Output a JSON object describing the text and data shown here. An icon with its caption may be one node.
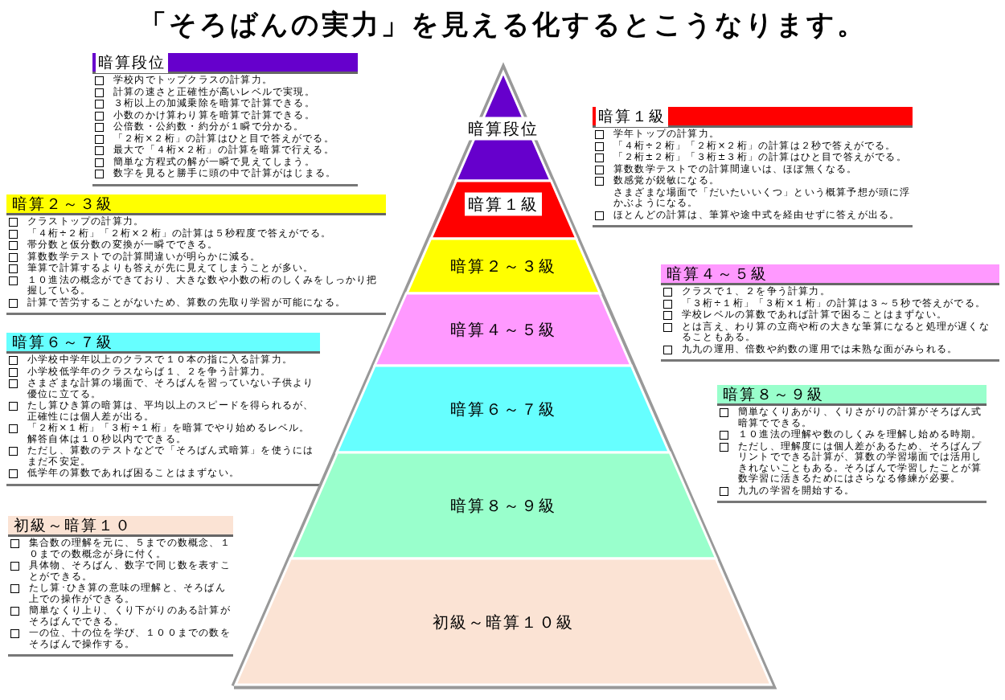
{
  "diagram": {
    "title": "「そろばんの実力」を見える化するとこうなります。",
    "nodes": [
      {
        "text": [
          "暗算段位"
        ]
      },
      {
        "text": [
          "暗算１級"
        ]
      },
      {
        "text": [
          "暗算２～３級"
        ]
      },
      {
        "text": [
          "暗算４～５級"
        ]
      },
      {
        "text": [
          "暗算６～７級"
        ]
      },
      {
        "text": [
          "暗算８～９級"
        ]
      },
      {
        "text": [
          "初級～暗算１０級"
        ]
      },
      {
        "text": [
          "暗算段位",
          "学校内でトップクラスの計算力。",
          "計算の速さと正確性が高いレベルで実現。",
          "３桁以上の加減乗除を暗算で計算できる。",
          "小数のかけ算わり算を暗算で計算できる。",
          "公倍数・公約数・約分が１瞬で分かる。",
          "「２桁×２桁」の計算はひと目で答えがでる。",
          "最大で「４桁×２桁」の計算を暗算で行える。",
          "簡単な方程式の解が一瞬で見えてしまう。",
          "数字を見ると勝手に頭の中で計算がはじまる。"
        ]
      },
      {
        "text": [
          "暗算１級",
          "学年トップの計算力。",
          "「４桁÷２桁」「２桁×２桁」の計算は２秒で答えがでる。",
          "「２桁±２桁」「３桁±３桁」の計算はひと目で答えがでる。",
          "算数数学テストでの計算間違いは、ほぼ無くなる。",
          "数感覚が鋭敏になる。",
          "さまざまな場面で「だいたいいくつ」という概算予想が頭に浮かぶようになる。",
          "ほとんどの計算は、筆算や途中式を経由せずに答えが出る。"
        ]
      },
      {
        "text": [
          "暗算２～３級",
          "クラストップの計算力。",
          "「４桁÷２桁」「２桁×２桁」の計算は５秒程度で答えがでる。",
          "帯分数と仮分数の変換が一瞬でできる。",
          "算数数学テストでの計算間違いが明らかに減る。",
          "筆算で計算するよりも答えが先に見えてしまうことが多い。",
          "１０進法の概念ができており、大きな数や小数の桁のしくみをしっかり把握している。",
          "計算で苦労することがないため、算数の先取り学習が可能になる。"
        ]
      },
      {
        "text": [
          "暗算４～５級",
          "クラスで１、２を争う計算力。",
          "「３桁÷１桁」「３桁×１桁」の計算は３～５秒で答えがでる。",
          "学校レベルの算数であれば計算で困ることはまずない。",
          "とは言え、わり算の立商や桁の大きな筆算になると処理が遅くなることもある。",
          "九九の運用、倍数や約数の運用では未熟な面がみられる。"
        ]
      },
      {
        "text": [
          "暗算６～７級",
          "小学校中学年以上のクラスで１０本の指に入る計算力。",
          "小学校低学年のクラスならば１、２を争う計算力。",
          "さまざまな計算の場面で、そろばんを習っていない子供より優位に立てる。",
          "たし算ひき算の暗算は、平均以上のスピードを得られるが、正確性には個人差が出る。",
          "「２桁×１桁」「３桁÷１桁」を暗算でやり始めるレベル。解答自体は１０秒以内でできる。",
          "ただし、算数のテストなどで「そろばん式暗算」を使うにはまだ不安定。",
          "低学年の算数であれば困ることはまずない。"
        ]
      },
      {
        "text": [
          "暗算８～９級",
          "簡単なくりあがり、くりさがりの計算がそろばん式暗算でできる。",
          "１０進法の理解や数のしくみを理解し始める時期。",
          "ただし、理解度には個人差があるため、そろばんプリントでできる計算が、算数の学習場面では活用しきれないこともある。そろばんで学習したことが算数学習に活きるためにはさらなる修練が必要。",
          "九九の学習を開始する。"
        ]
      },
      {
        "text": [
          "初級～暗算１０",
          "集合数の理解を元に、５までの数概念、１０までの数概念が身に付く。",
          "具体物、そろばん、数字で同じ数を表すことができる。",
          "たし算･ひき算の意味の理解と、そろばん上での操作ができる。",
          "簡単なくり上り、くり下がりのある計算がそろばんでできる。",
          "一の位、十の位を学び、１００までの数をそろばんで操作する。"
        ]
      }
    ]
  }
}
